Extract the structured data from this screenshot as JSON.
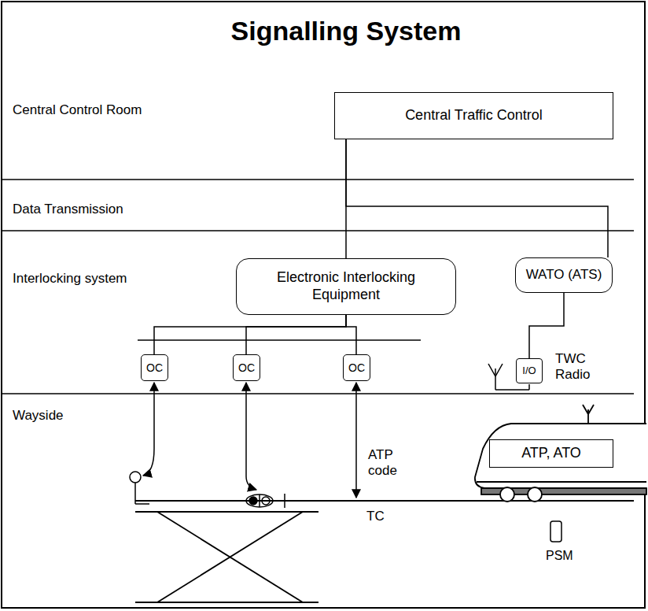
{
  "diagram": {
    "title": "Signalling System",
    "nodes": [
      {
        "text": [
          "Central Traffic Control"
        ]
      },
      {
        "text": [
          "Electronic Interlocking Equipment"
        ]
      },
      {
        "text": [
          "WATO (ATS)"
        ]
      },
      {
        "text": [
          "OC"
        ]
      },
      {
        "text": [
          "OC"
        ]
      },
      {
        "text": [
          "OC"
        ]
      },
      {
        "text": [
          "I/O"
        ]
      },
      {
        "text": [
          "ATP, ATO"
        ]
      }
    ],
    "edges": [
      {
        "from": 0,
        "to": 1,
        "arrow": "none"
      },
      {
        "from": 0,
        "to": 2,
        "arrow": "none"
      },
      {
        "from": 1,
        "to": 3,
        "arrow": "none"
      },
      {
        "from": 1,
        "to": 4,
        "arrow": "none"
      },
      {
        "from": 1,
        "to": 5,
        "arrow": "none"
      },
      {
        "from": 2,
        "to": 6,
        "arrow": "none"
      }
    ],
    "labels": [
      "Central Control Room",
      "Data Transmission",
      "Interlocking system",
      "Wayside",
      "TWC Radio",
      "ATP code",
      "TC",
      "PSM"
    ]
  }
}
